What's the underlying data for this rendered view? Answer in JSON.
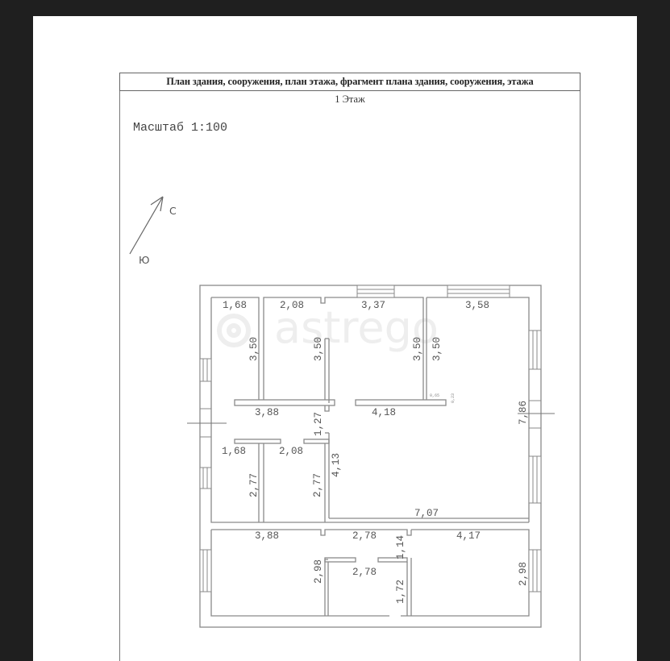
{
  "document": {
    "title": "План здания, сооружения, план этажа, фрагмент плана здания, сооружения, этажа",
    "floor": "1 Этаж",
    "scale": "Масштаб 1:100",
    "watermark": "astrego"
  },
  "compass": {
    "north_label": "С",
    "south_label": "Ю",
    "icon": "north-arrow-icon"
  },
  "dimensions": {
    "top_row": {
      "room1_width": "1,68",
      "room2_width": "2,08",
      "room3_width": "3,37",
      "room4_width": "3,58",
      "room1_height": "3,50",
      "room2_height": "3,50",
      "room3_height": "3,50",
      "room4_height": "3,50",
      "corridor_left": "3,88",
      "corridor_right": "4,18",
      "small_note_a": "0,65",
      "small_note_b": "0,23"
    },
    "middle_row": {
      "passage_height": "1,27",
      "room1_width": "1,68",
      "room2_width": "2,08",
      "room1_height": "2,77",
      "room2_height": "2,77",
      "hall_height": "4,13",
      "hall_width": "7,07",
      "overall_height": "7,86"
    },
    "bottom_row": {
      "room_left_width": "3,88",
      "room_mid_width": "2,78",
      "room_right_width": "4,17",
      "passage_height": "1,14",
      "room_left_height": "2,98",
      "inner_room_width": "2,78",
      "inner_room_height": "1,72",
      "room_right_height": "2,98"
    }
  }
}
